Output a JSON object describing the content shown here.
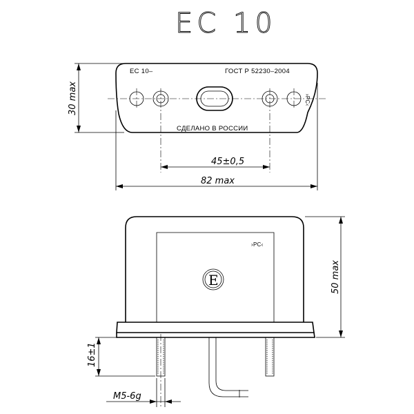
{
  "title": "EC 10",
  "plate": {
    "model": "ЕС 10–",
    "standard": "ГОСТ Р  52230–2004",
    "origin": "СДЕЛАНО  В  РОССИИ",
    "mark": "›РС‹"
  },
  "dimensions": {
    "height_top": "30 max",
    "hole_spacing": "45±0,5",
    "width": "82 max",
    "height_front": "50 max",
    "stud_length": "16±1",
    "thread": "M5-6g"
  },
  "front": {
    "mark": "›РС‹",
    "cert_letter": "Е"
  }
}
